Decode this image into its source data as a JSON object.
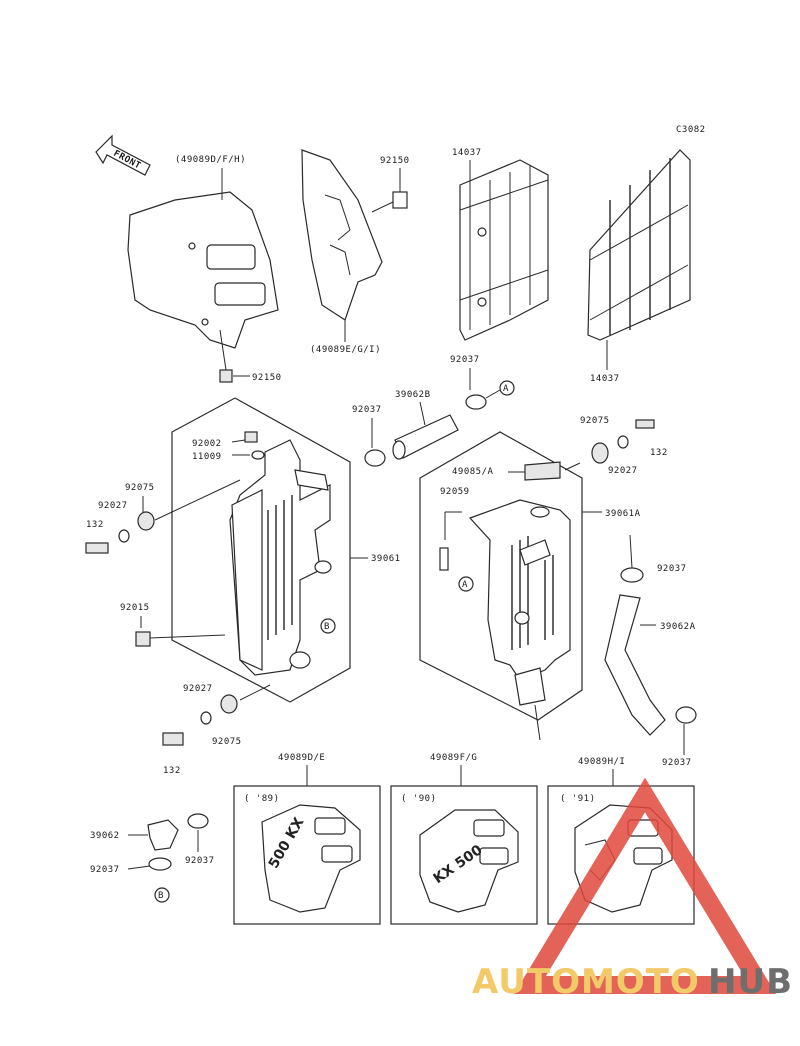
{
  "diagram_code": "C3082",
  "front_label": "FRONT",
  "labels": {
    "shroud": "(49089D/F/H)",
    "shroud_lower_bolt": "92150",
    "shroud_right": "(49089E/G/I)",
    "shroud_right_bolt": "92150",
    "grille_left": "14037",
    "grille_right": "14037",
    "clamp_top": "92037",
    "hose_upper": "39062B",
    "clamp_mid": "92037",
    "washer_a": "92075",
    "collar_a": "92027",
    "bolt_a": "132",
    "cap": "92002",
    "gasket": "11009",
    "washer_l": "92075",
    "collar_l": "92027",
    "bolt_l": "132",
    "radiator_left": "39061",
    "bracket": "49085/A",
    "breather": "92059",
    "radiator_right": "39061A",
    "clamp_r": "92037",
    "nut": "92015",
    "hose_right": "39062A",
    "clamp_r2": "92037",
    "collar_b": "92027",
    "washer_b": "92075",
    "bolt_b": "132",
    "hose_lower": "39062",
    "clamp_lo1": "92037",
    "clamp_lo2": "92037",
    "ref_a": "A",
    "ref_b": "B"
  },
  "variants": [
    {
      "part": "49089D/E",
      "year": "( '89)",
      "decal": "500 KX"
    },
    {
      "part": "49089F/G",
      "year": "( '90)",
      "decal": "KX 500"
    },
    {
      "part": "49089H/I",
      "year": "( '91)",
      "decal": ""
    }
  ],
  "watermark": {
    "text_part1": "AUTOMOTO",
    "text_part2": "HUB",
    "colors": {
      "yellow": "#f2c14e",
      "red": "#e0483b",
      "gray": "#555555"
    }
  }
}
